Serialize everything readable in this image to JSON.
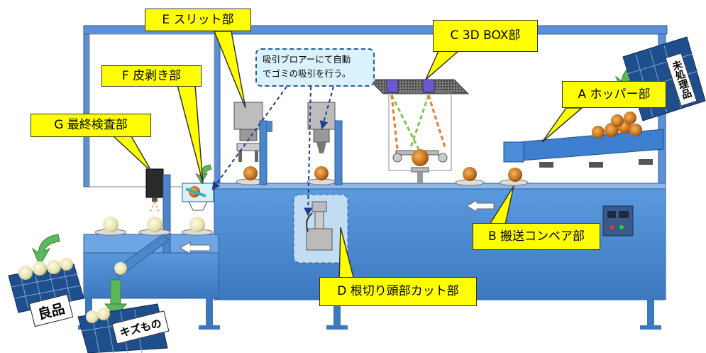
{
  "labels": {
    "A": "A ホッパー部",
    "B": "B 搬送コンベア部",
    "C": "C 3D BOX部",
    "D": "D 根切り頭部カット部",
    "E": "E スリット部",
    "F": "F 皮剥き部",
    "G": "G 最終検査部"
  },
  "note_lines": [
    "吸引ブロアーにて自動",
    "でゴミの吸引を行う。"
  ],
  "tags": {
    "good": "良品",
    "damaged": "キズもの",
    "unprocessed": "未処理品"
  },
  "colors": {
    "machine_blue": "#4a86c8",
    "frame_blue": "#5b8fd6",
    "callout_yellow": "#ffff00",
    "basket_blue": "#1f4e8c",
    "onion": "#c8741f",
    "arrow_green": "#5cb85c"
  }
}
